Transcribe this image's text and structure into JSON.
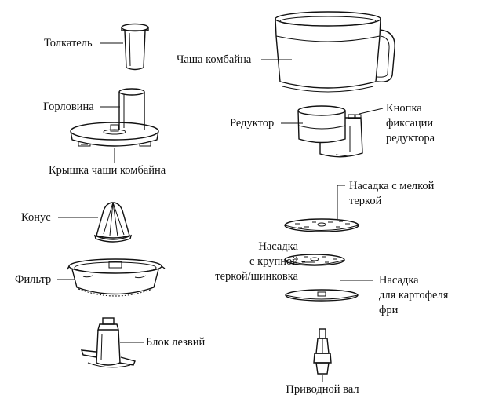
{
  "diagram": {
    "labels": {
      "pusher": "Толкатель",
      "neck": "Горловина",
      "lid": "Крышка чаши комбайна",
      "cone": "Конус",
      "filter": "Фильтр",
      "blade_unit": "Блок лезвий",
      "bowl": "Чаша комбайна",
      "reducer": "Редуктор",
      "lock_button_line1": "Кнопка",
      "lock_button_line2": "фиксации",
      "lock_button_line3": "редуктора",
      "fine_grater_line1": "Насадка с мелкой",
      "fine_grater_line2": "теркой",
      "coarse_grater_line1": "Насадка",
      "coarse_grater_line2": "с крупной",
      "coarse_grater_line3": "теркой/шинковка",
      "fries_disc_line1": "Насадка",
      "fries_disc_line2": "для картофеля",
      "fries_disc_line3": "фри",
      "drive_shaft": "Приводной вал"
    }
  }
}
